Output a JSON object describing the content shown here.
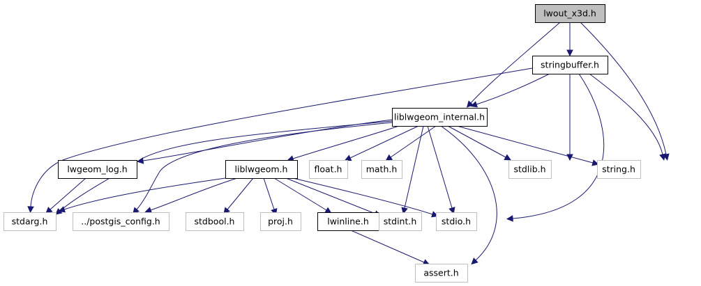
{
  "title": "lwout_x3d.h include dependency graph",
  "colors": {
    "edge": "#191970",
    "root_fill": "#bfbfbf",
    "root_stroke": "#000000",
    "internal_stroke": "#000000",
    "external_stroke": "#bfbfbf"
  },
  "nodes": [
    {
      "id": "lwout_x3d",
      "label": "lwout_x3d.h",
      "kind": "root"
    },
    {
      "id": "stringbuffer",
      "label": "stringbuffer.h",
      "kind": "internal"
    },
    {
      "id": "liblwgeom_internal",
      "label": "liblwgeom_internal.h",
      "kind": "internal"
    },
    {
      "id": "lwgeom_log",
      "label": "lwgeom_log.h",
      "kind": "internal"
    },
    {
      "id": "liblwgeom",
      "label": "liblwgeom.h",
      "kind": "internal"
    },
    {
      "id": "float",
      "label": "float.h",
      "kind": "external"
    },
    {
      "id": "math",
      "label": "math.h",
      "kind": "external"
    },
    {
      "id": "stdlib",
      "label": "stdlib.h",
      "kind": "external"
    },
    {
      "id": "string",
      "label": "string.h",
      "kind": "external"
    },
    {
      "id": "stdarg",
      "label": "stdarg.h",
      "kind": "external"
    },
    {
      "id": "postgis_config",
      "label": "../postgis_config.h",
      "kind": "external"
    },
    {
      "id": "stdbool",
      "label": "stdbool.h",
      "kind": "external"
    },
    {
      "id": "proj",
      "label": "proj.h",
      "kind": "external"
    },
    {
      "id": "lwinline",
      "label": "lwinline.h",
      "kind": "internal"
    },
    {
      "id": "stdint",
      "label": "stdint.h",
      "kind": "external"
    },
    {
      "id": "stdio",
      "label": "stdio.h",
      "kind": "external"
    },
    {
      "id": "assert",
      "label": "assert.h",
      "kind": "external"
    }
  ],
  "edges": [
    [
      "lwout_x3d",
      "stringbuffer"
    ],
    [
      "lwout_x3d",
      "liblwgeom_internal"
    ],
    [
      "lwout_x3d",
      "string"
    ],
    [
      "stringbuffer",
      "liblwgeom_internal"
    ],
    [
      "stringbuffer",
      "stdarg"
    ],
    [
      "stringbuffer",
      "stdlib"
    ],
    [
      "stringbuffer",
      "string"
    ],
    [
      "stringbuffer",
      "stdio"
    ],
    [
      "liblwgeom_internal",
      "lwgeom_log"
    ],
    [
      "liblwgeom_internal",
      "liblwgeom"
    ],
    [
      "liblwgeom_internal",
      "float"
    ],
    [
      "liblwgeom_internal",
      "math"
    ],
    [
      "liblwgeom_internal",
      "stdlib"
    ],
    [
      "liblwgeom_internal",
      "string"
    ],
    [
      "liblwgeom_internal",
      "stdarg"
    ],
    [
      "liblwgeom_internal",
      "postgis_config"
    ],
    [
      "liblwgeom_internal",
      "stdint"
    ],
    [
      "liblwgeom_internal",
      "stdio"
    ],
    [
      "liblwgeom_internal",
      "assert"
    ],
    [
      "lwgeom_log",
      "stdarg"
    ],
    [
      "liblwgeom",
      "stdarg"
    ],
    [
      "liblwgeom",
      "postgis_config"
    ],
    [
      "liblwgeom",
      "stdbool"
    ],
    [
      "liblwgeom",
      "proj"
    ],
    [
      "liblwgeom",
      "lwinline"
    ],
    [
      "liblwgeom",
      "stdint"
    ],
    [
      "liblwgeom",
      "stdio"
    ],
    [
      "lwinline",
      "assert"
    ]
  ]
}
